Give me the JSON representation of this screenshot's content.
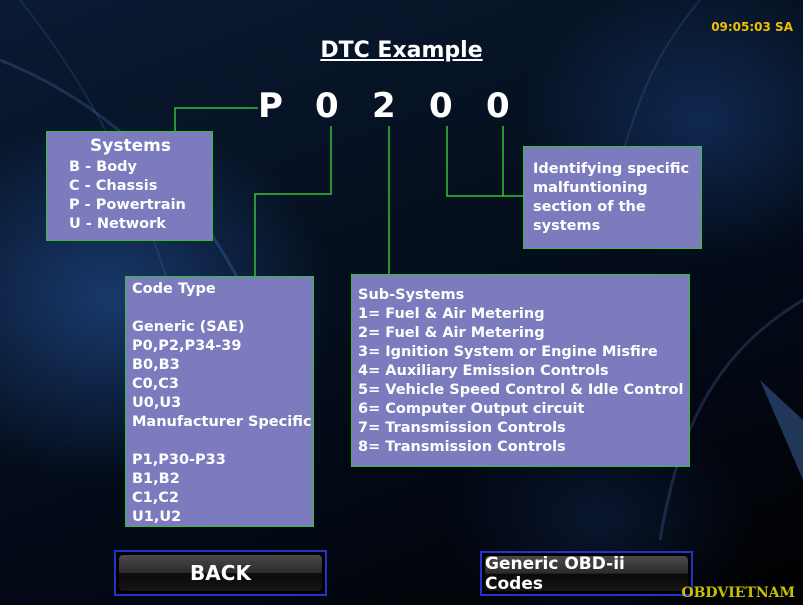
{
  "clock": "09:05:03 SA",
  "title": "DTC Example",
  "code": [
    "P",
    "0",
    "2",
    "0",
    "0"
  ],
  "systems": {
    "heading": "Systems",
    "items": [
      "B - Body",
      "C - Chassis",
      "P - Powertrain",
      "U - Network"
    ]
  },
  "identify": {
    "lines": [
      "Identifying specific",
      "malfuntioning",
      "section of the",
      "systems"
    ]
  },
  "code_type": {
    "lines": [
      "Code Type",
      "",
      "Generic (SAE)",
      "P0,P2,P34-39",
      "B0,B3",
      "C0,C3",
      "U0,U3",
      "Manufacturer Specific",
      "",
      "P1,P30-P33",
      "B1,B2",
      "C1,C2",
      "U1,U2"
    ]
  },
  "sub_systems": {
    "lines": [
      "Sub-Systems",
      "1= Fuel & Air Metering",
      "2= Fuel & Air Metering",
      "3= Ignition System or Engine Misfire",
      "4= Auxiliary Emission Controls",
      "5= Vehicle Speed Control & Idle Control",
      "6= Computer Output circuit",
      "7= Transmission Controls",
      "8= Transmission Controls"
    ]
  },
  "buttons": {
    "back": "BACK",
    "generic": "Generic OBD-ii Codes"
  },
  "watermark": "OBDVIETNAM",
  "colors": {
    "box_fill": "#7b7bbe",
    "box_border": "#35c035",
    "connector": "#35c035",
    "clock": "#f0c000",
    "button_border": "#2233cc",
    "watermark": "#c8c000"
  }
}
